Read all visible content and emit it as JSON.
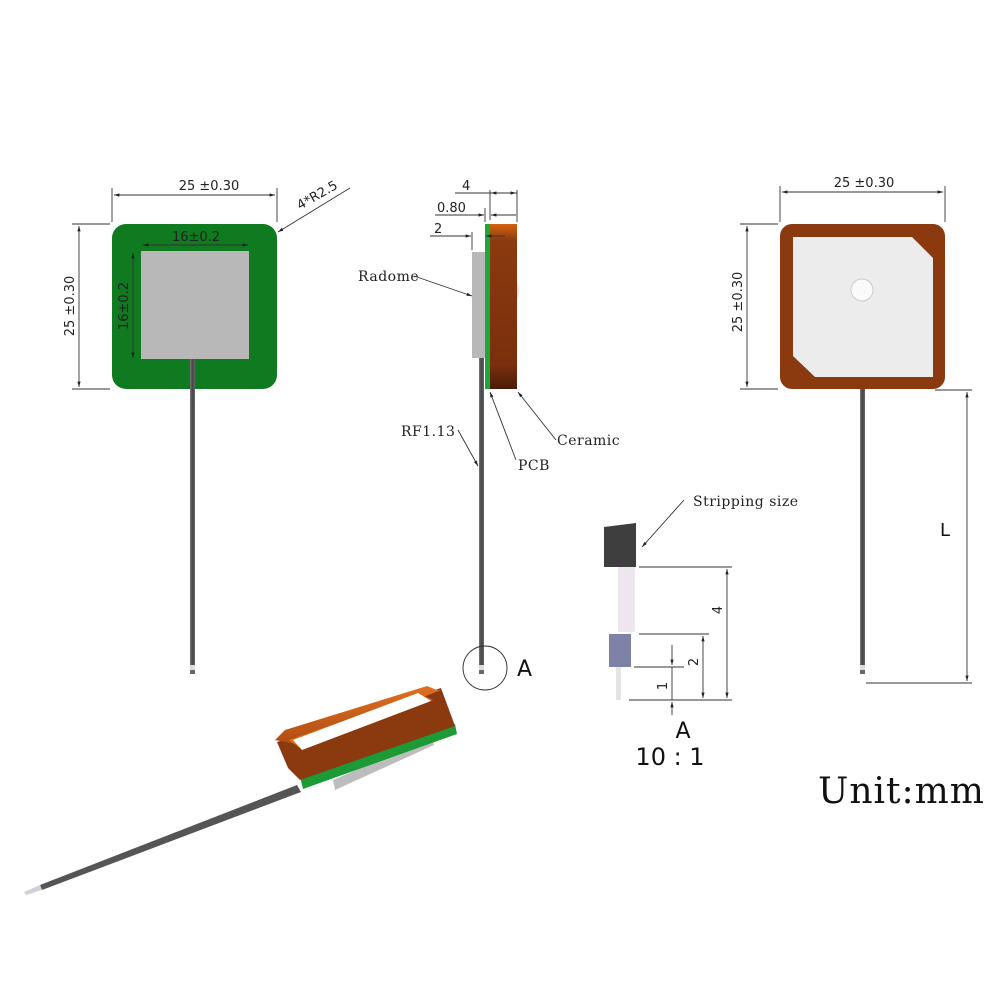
{
  "front_view": {
    "width_dim": "25 ±0.30",
    "height_dim": "25 ±0.30",
    "patch_width_dim": "16±0.2",
    "patch_height_dim": "16±0.2",
    "corner_radius": "4*R2.5",
    "colors": {
      "pcb": "#0f7a1f",
      "radome": "#b8b8b8",
      "cable": "#555555"
    }
  },
  "side_view": {
    "total_thickness": "4",
    "pcb_thickness": "0.80",
    "radome_thickness": "2",
    "labels": {
      "radome": "Radome",
      "cable": "RF1.13",
      "pcb": "PCB",
      "ceramic": "Ceramic"
    },
    "detail_marker": "A",
    "colors": {
      "ceramic": "#8b3a0f",
      "pcb": "#1ea83a"
    }
  },
  "back_view": {
    "width_dim": "25 ±0.30",
    "height_dim": "25 ±0.30",
    "cable_length": "L",
    "colors": {
      "ceramic": "#8b3a0f",
      "patch": "#ececec"
    }
  },
  "detail_a": {
    "callout": "Stripping size",
    "dims": [
      "4",
      "2",
      "1"
    ],
    "name": "A",
    "scale": "10 : 1"
  },
  "unit_label": "Unit:mm"
}
